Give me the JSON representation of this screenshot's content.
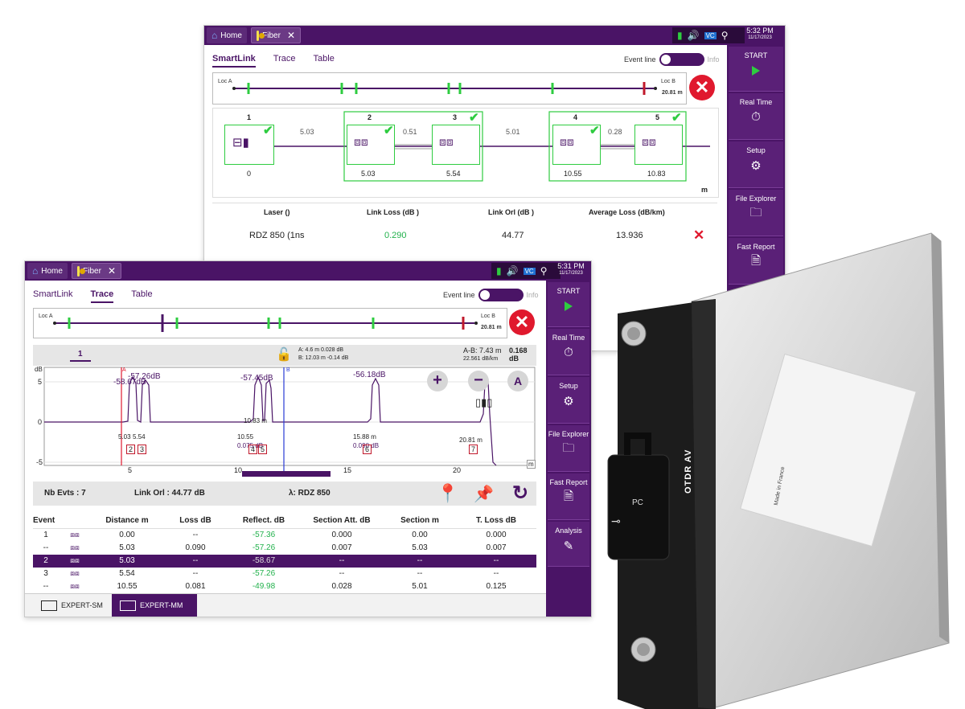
{
  "back": {
    "tabs": {
      "home": "Home",
      "fiber": "Fiber"
    },
    "clock": {
      "time": "5:32 PM",
      "date": "11/17/2023"
    },
    "subtabs": [
      "SmartLink",
      "Trace",
      "Table"
    ],
    "event_line": {
      "label": "Event line",
      "info": "Info"
    },
    "loc": {
      "a": "Loc A",
      "b": "Loc B",
      "dist": "20.81 m"
    },
    "sidebar": {
      "start": "START",
      "realtime": "Real Time",
      "setup": "Setup",
      "explorer": "File Explorer",
      "report": "Fast Report"
    },
    "link": {
      "nodes": [
        {
          "n": "1",
          "pos": "0"
        },
        {
          "n": "2",
          "pos": "5.03"
        },
        {
          "n": "3",
          "pos": "5.54"
        },
        {
          "n": "4",
          "pos": "10.55"
        },
        {
          "n": "5",
          "pos": "10.83"
        }
      ],
      "spans": [
        "5.03",
        "0.51",
        "5.01",
        "0.28"
      ],
      "unit": "m"
    },
    "summary": {
      "headers": [
        "Laser ()",
        "Link Loss (dB )",
        "Link Orl (dB )",
        "Average Loss (dB/km)"
      ],
      "values": [
        "RDZ 850 (1ns",
        "0.290",
        "44.77",
        "13.936"
      ]
    }
  },
  "front": {
    "tabs": {
      "home": "Home",
      "fiber": "Fiber"
    },
    "clock": {
      "time": "5:31 PM",
      "date": "11/17/2023"
    },
    "subtabs": [
      "SmartLink",
      "Trace",
      "Table"
    ],
    "event_line": {
      "label": "Event line",
      "info": "Info"
    },
    "loc": {
      "a": "Loc A",
      "b": "Loc B",
      "dist": "20.81 m"
    },
    "sidebar": {
      "start": "START",
      "realtime": "Real Time",
      "setup": "Setup",
      "explorer": "File Explorer",
      "report": "Fast Report",
      "analysis": "Analysis"
    },
    "trace": {
      "tab": "1",
      "cursor_a": "A: 4.6 m 0.028 dB",
      "cursor_b": "B: 12.03 m -0.14 dB",
      "ab": "A-B: 7.43 m",
      "ab_db": "0.168 dB",
      "ab_km": "22.561 dB/km",
      "y_unit": "dB",
      "x_unit": "m",
      "yticks": [
        "5",
        "0",
        "-5"
      ],
      "xticks": [
        "5",
        "10",
        "15",
        "20"
      ],
      "peaks": [
        "-57.26dB",
        "-58.67dB",
        "-57.45dB",
        "-56.18dB"
      ],
      "marks": [
        {
          "d": "5.03",
          "s": "5.54",
          "b1": "2",
          "b2": "3"
        },
        {
          "d": "10.55",
          "s": "0.075 dB",
          "b1": "4",
          "b2": "5",
          "extra": "10.83 m"
        },
        {
          "d": "15.88 m",
          "s": "0.090 dB",
          "b1": "6"
        },
        {
          "d": "20.81 m",
          "b1": "7"
        }
      ],
      "cursor_labels": {
        "a": "A",
        "b": "B"
      },
      "btn_a": "A"
    },
    "info": {
      "nb": "Nb Evts : 7",
      "orl": "Link Orl : 44.77 dB",
      "lambda": "λ:  RDZ 850"
    },
    "table": {
      "headers": [
        "Event",
        "",
        "Distance  m",
        "Loss dB",
        "Reflect. dB",
        "Section Att. dB",
        "Section m",
        "T. Loss dB"
      ],
      "rows": [
        [
          "1",
          "",
          "0.00",
          "--",
          "-57.36",
          "0.000",
          "0.00",
          "0.000"
        ],
        [
          "--",
          "",
          "5.03",
          "0.090",
          "-57.26",
          "0.007",
          "5.03",
          "0.007"
        ],
        [
          "2",
          "",
          "5.03",
          "--",
          "-58.67",
          "--",
          "--",
          "--"
        ],
        [
          "3",
          "",
          "5.54",
          "--",
          "-57.26",
          "--",
          "--",
          "--"
        ],
        [
          "--",
          "",
          "10.55",
          "0.081",
          "-49.98",
          "0.028",
          "5.01",
          "0.125"
        ]
      ]
    },
    "bottom_tabs": [
      "EXPERT-SM",
      "EXPERT-MM"
    ]
  },
  "module": {
    "label": "OTDR AV",
    "connector": "PC",
    "made_in": "Made in France"
  }
}
